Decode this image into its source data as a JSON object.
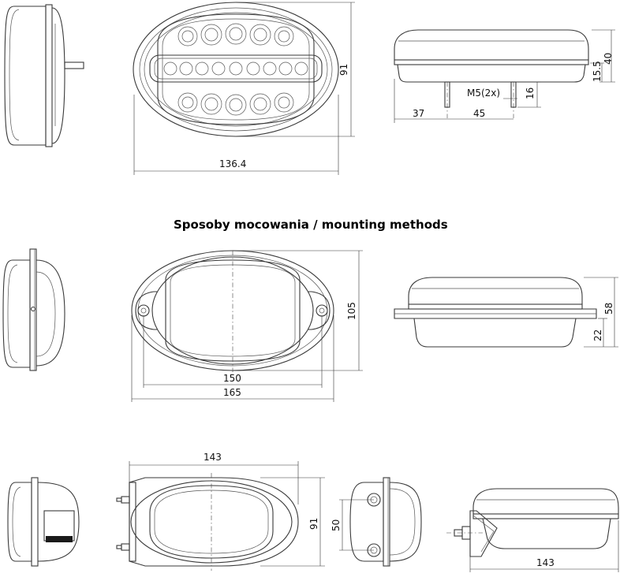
{
  "title": "Sposoby mocowania / mounting methods",
  "dimensions": {
    "top_front_width": "136.4",
    "top_front_height": "91",
    "top_side_height": "40",
    "top_side_base": "15.5",
    "top_side_bolt": "M5(2x)",
    "top_side_bolt_len": "16",
    "top_side_offset": "37",
    "top_side_spacing": "45",
    "mid_front_height": "105",
    "mid_front_inner_width": "150",
    "mid_front_outer_width": "165",
    "mid_side_height": "58",
    "mid_side_base": "22",
    "bot_bracket_width": "143",
    "bot_bracket_height": "91",
    "bot_back_spacing": "50",
    "bot_side_width": "143"
  }
}
